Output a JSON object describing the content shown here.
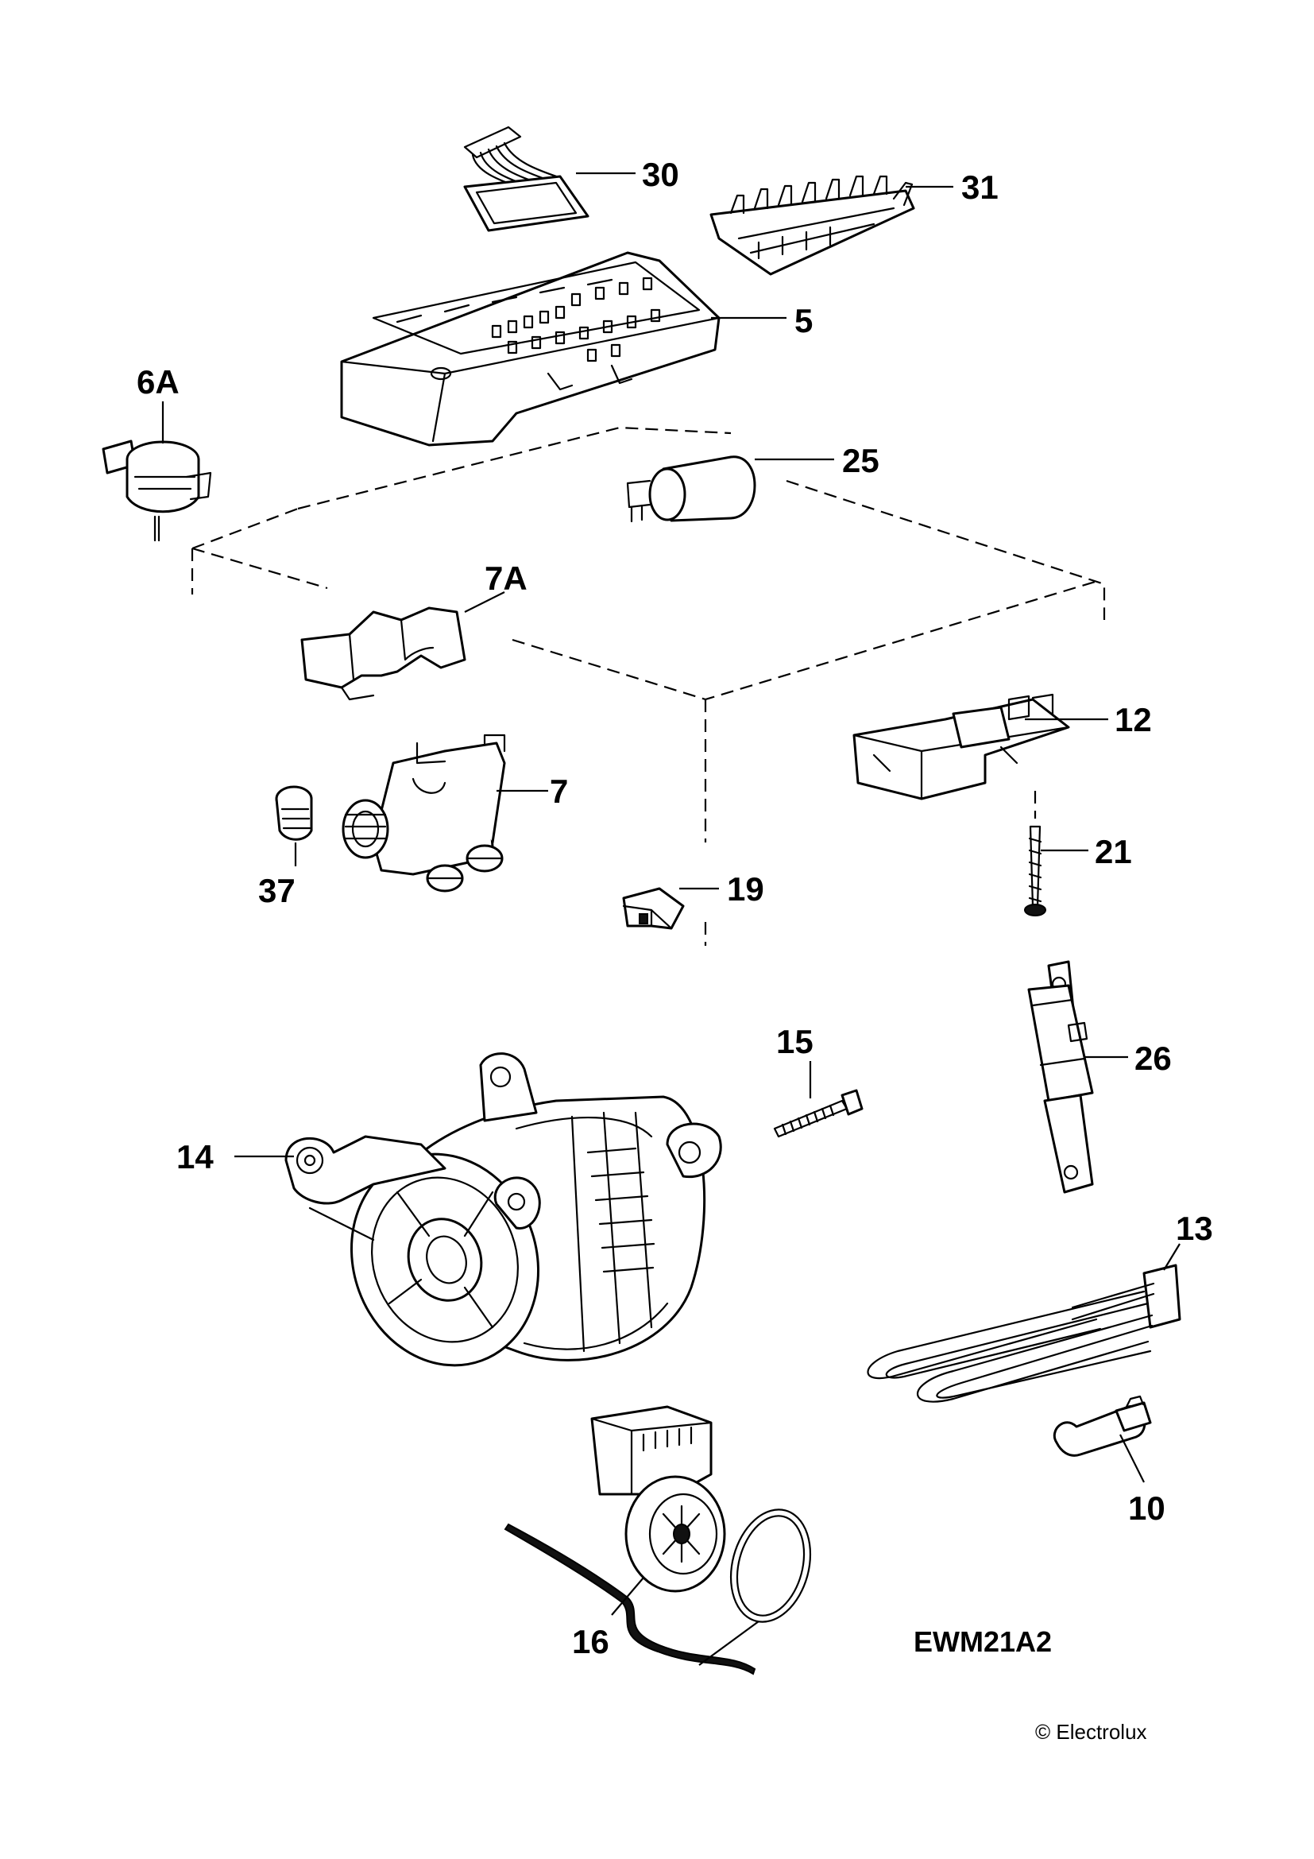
{
  "callouts": [
    {
      "id": "p30",
      "label": "30"
    },
    {
      "id": "p31",
      "label": "31"
    },
    {
      "id": "p5",
      "label": "5"
    },
    {
      "id": "p6A",
      "label": "6A"
    },
    {
      "id": "p25",
      "label": "25"
    },
    {
      "id": "p7A",
      "label": "7A"
    },
    {
      "id": "p12",
      "label": "12"
    },
    {
      "id": "p7",
      "label": "7"
    },
    {
      "id": "p21",
      "label": "21"
    },
    {
      "id": "p37",
      "label": "37"
    },
    {
      "id": "p19",
      "label": "19"
    },
    {
      "id": "p15",
      "label": "15"
    },
    {
      "id": "p26",
      "label": "26"
    },
    {
      "id": "p14",
      "label": "14"
    },
    {
      "id": "p13",
      "label": "13"
    },
    {
      "id": "p10",
      "label": "10"
    },
    {
      "id": "p16",
      "label": "16"
    }
  ],
  "model_code": "EWM21A2",
  "copyright": "© Electrolux"
}
